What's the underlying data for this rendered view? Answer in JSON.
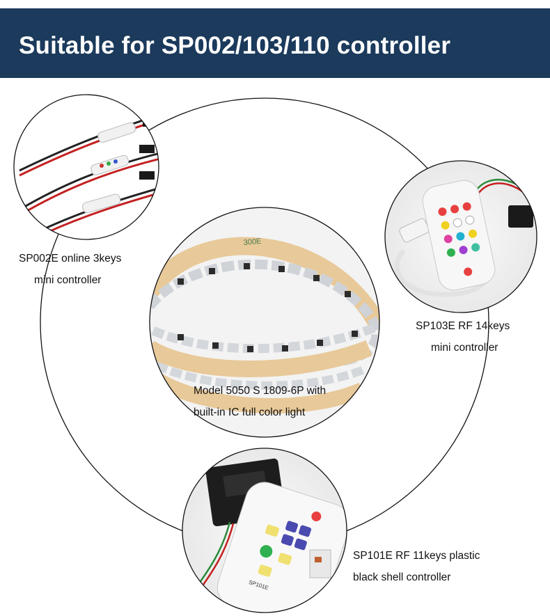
{
  "banner": {
    "title": "Suitable for SP002/103/110 controller",
    "color": "#1b3a5c"
  },
  "products": [
    {
      "id": "sp002e",
      "line1": "SP002E online 3keys",
      "line2": "mini controller"
    },
    {
      "id": "sp103e",
      "line1": "SP103E RF 14keys",
      "line2": "mini controller"
    },
    {
      "id": "strip",
      "line1": "Model 5050 S 1809-6P with",
      "line2": "built-in IC full color light"
    },
    {
      "id": "sp101e",
      "line1": "SP101E RF 11keys plastic",
      "line2": "black shell controller"
    }
  ],
  "product_labels": {
    "strip_print": "300E",
    "sp101e_label": "SP101E"
  }
}
